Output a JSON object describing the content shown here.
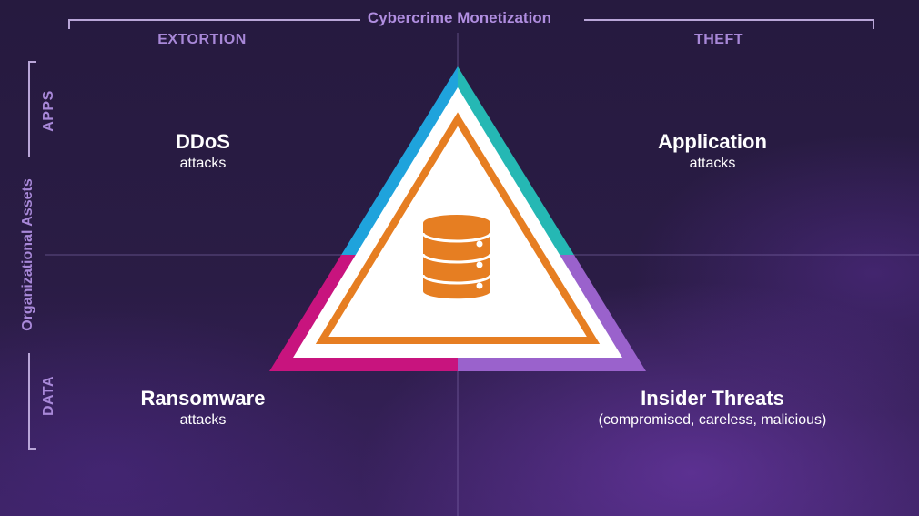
{
  "title": "Cybercrime Monetization",
  "columns": {
    "left": "EXTORTION",
    "right": "THEFT"
  },
  "rows": {
    "top": "APPS",
    "bottom": "DATA"
  },
  "axis_label": "Organizational Assets",
  "quadrants": {
    "top_left": {
      "title": "DDoS",
      "subtitle": "attacks"
    },
    "top_right": {
      "title": "Application",
      "subtitle": "attacks"
    },
    "bottom_left": {
      "title": "Ransomware",
      "subtitle": "attacks"
    },
    "bottom_right": {
      "title": "Insider Threats",
      "subtitle": "(compromised, careless, malicious)"
    }
  },
  "center_icon": "database-icon",
  "colors": {
    "label_purple": "#a888d8",
    "triangle_blue": "#1fa3dc",
    "triangle_teal": "#25b8b4",
    "triangle_magenta": "#c8147e",
    "triangle_violet": "#9a62cc",
    "accent_orange": "#e67e22"
  }
}
